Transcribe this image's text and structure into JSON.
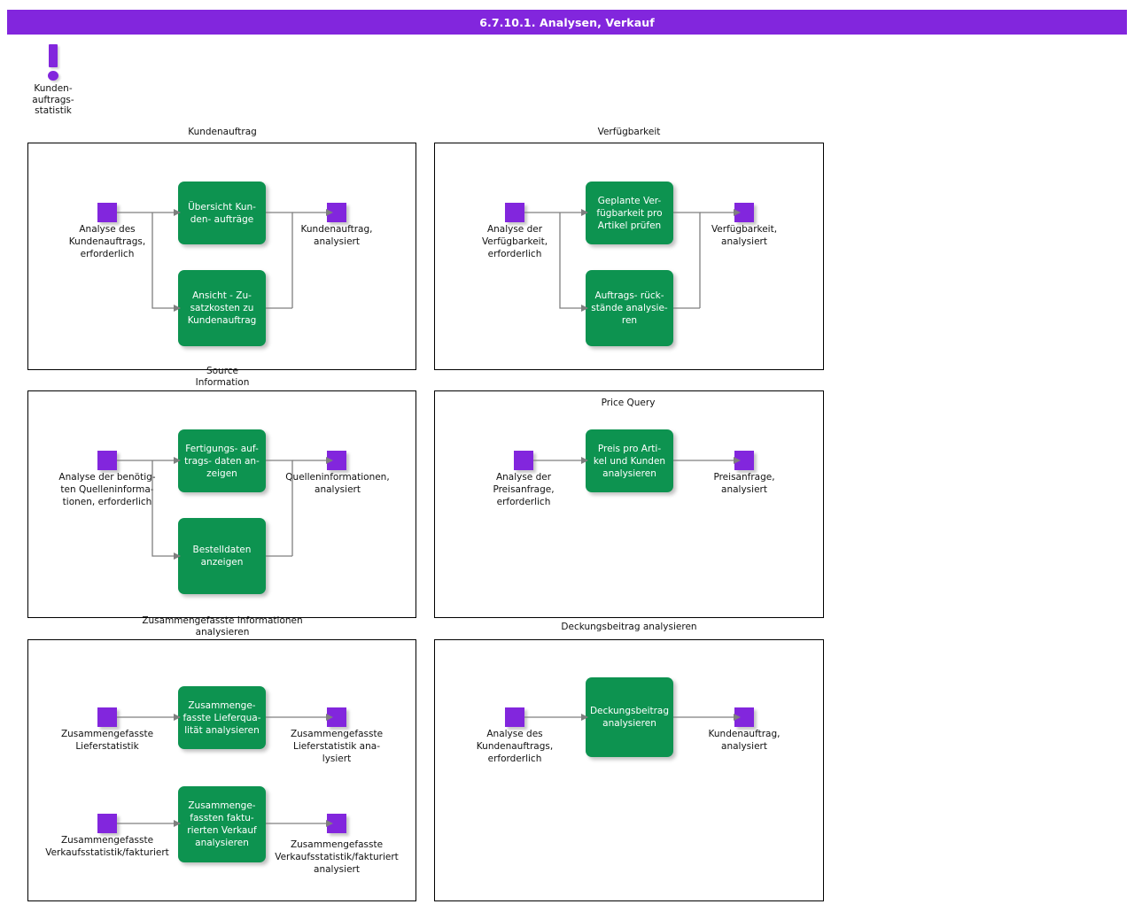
{
  "titlebar": {
    "title": "6.7.10.1. Analysen, Verkauf",
    "color": "#8226dd"
  },
  "legend": {
    "icon": "exclamation-icon",
    "caption": "Kunden-\nauftrags-\nstatistik"
  },
  "theme": {
    "event_color": "#8226dd",
    "function_color": "#0d9350",
    "connector_color": "#7f7f7f",
    "frame_color": "#000000"
  },
  "groups": [
    {
      "id": "kundenauftrag",
      "title": "Kundenauftrag",
      "events": [
        {
          "name": "start",
          "label": "Analyse   des\nKundenauftrags,\nerforderlich"
        },
        {
          "name": "end",
          "label": "Kundenauftrag,\nanalysiert"
        }
      ],
      "functions": [
        {
          "name": "uebersicht-kundenauftraege",
          "label": "Übersicht Kun-\nden- aufträge"
        },
        {
          "name": "ansicht-zusatzkosten",
          "label": "Ansicht - Zu-\nsatzkosten zu\nKundenauftrag"
        }
      ]
    },
    {
      "id": "verfuegbarkeit",
      "title": "Verfügbarkeit",
      "events": [
        {
          "name": "start",
          "label": "Analyse der\nVerfügbarkeit,\nerforderlich"
        },
        {
          "name": "end",
          "label": "Verfügbarkeit,\nanalysiert"
        }
      ],
      "functions": [
        {
          "name": "geplante-verfuegbarkeit-pruefen",
          "label": "Geplante Ver-\nfügbarkeit pro\nArtikel prüfen"
        },
        {
          "name": "auftragsrueckstaende-analysieren",
          "label": "Auftrags- rück-\nstände analysie-\nren"
        }
      ]
    },
    {
      "id": "source-information",
      "title": "Source\nInformation",
      "events": [
        {
          "name": "start",
          "label": "Analyse der   benötig-\nten   Quelleninforma-\ntionen,   erforderlich"
        },
        {
          "name": "end",
          "label": "Quelleninformationen,\nanalysiert"
        }
      ],
      "functions": [
        {
          "name": "fertigungsauftragsdaten-anzeigen",
          "label": "Fertigungs- auf-\ntrags- daten an-\nzeigen"
        },
        {
          "name": "bestelldaten-anzeigen",
          "label": "Bestelldaten\nanzeigen"
        }
      ]
    },
    {
      "id": "price-query",
      "title": "Price Query",
      "events": [
        {
          "name": "start",
          "label": "Analyse  der\nPreisanfrage,\nerforderlich"
        },
        {
          "name": "end",
          "label": "Preisanfrage,\nanalysiert"
        }
      ],
      "functions": [
        {
          "name": "preis-pro-artikel-und-kunden-analysieren",
          "label": "Preis pro Arti-\nkel und Kunden\nanalysieren"
        }
      ]
    },
    {
      "id": "zusammengefasste-informationen",
      "title": "Zusammengefasste Informationen\nanalysieren",
      "events": [
        {
          "name": "start-1",
          "label": "Zusammengefasste\nLieferstatistik"
        },
        {
          "name": "end-1",
          "label": "Zusammengefasste\nLieferstatistik   ana-\nlysiert"
        },
        {
          "name": "start-2",
          "label": "Zusammengefasste\nVerkaufsstatistik/fakturiert"
        },
        {
          "name": "end-2",
          "label": "Zusammengefasste\nVerkaufsstatistik/fakturiert\nanalysiert"
        }
      ],
      "functions": [
        {
          "name": "lieferqualitaet-analysieren",
          "label": "Zusammenge-\nfasste Lieferqua-\nlität analysieren"
        },
        {
          "name": "fakturierten-verkauf-analysieren",
          "label": "Zusammenge-\nfassten  faktu-\nrierten  Verkauf\nanalysieren"
        }
      ]
    },
    {
      "id": "deckungsbeitrag",
      "title": "Deckungsbeitrag analysieren",
      "events": [
        {
          "name": "start",
          "label": "Analyse   des\nKundenauftrags,\nerforderlich"
        },
        {
          "name": "end",
          "label": "Kundenauftrag,\nanalysiert"
        }
      ],
      "functions": [
        {
          "name": "deckungsbeitrag-analysieren",
          "label": "Deckungsbeitrag\nanalysieren"
        }
      ]
    }
  ]
}
